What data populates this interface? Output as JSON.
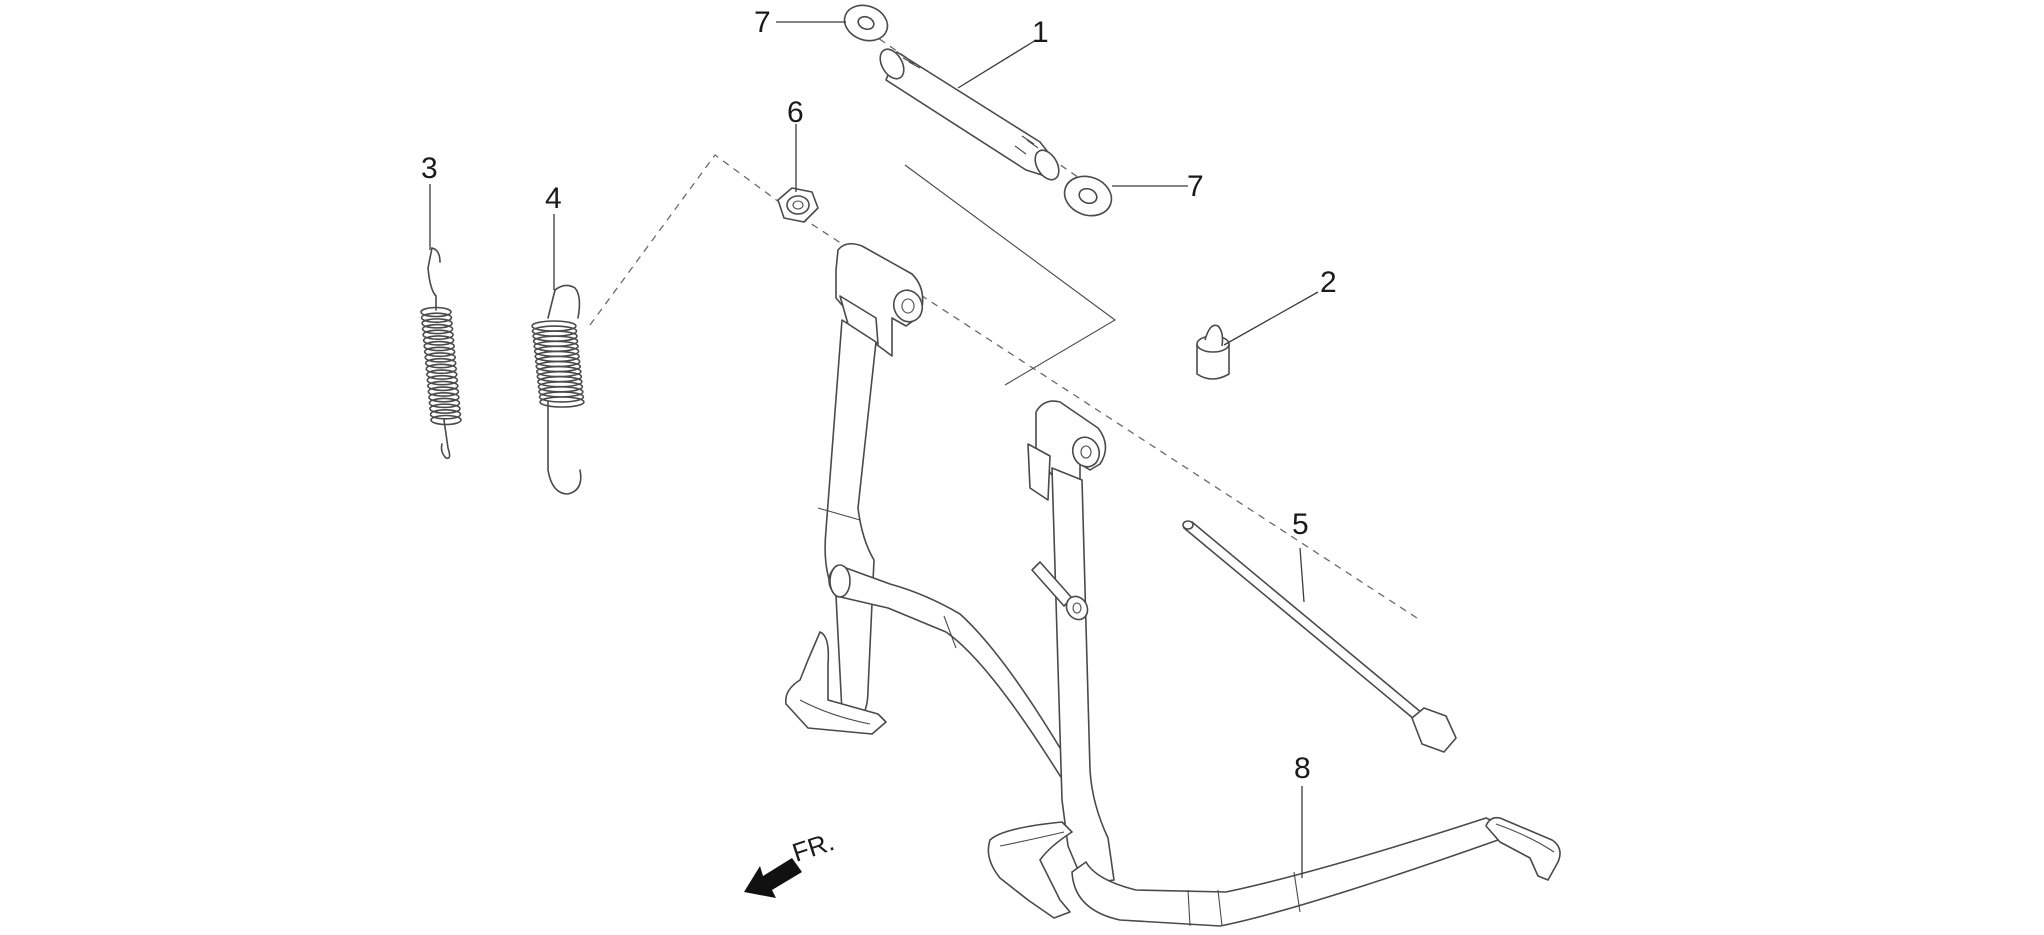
{
  "callouts": {
    "c1": "1",
    "c2": "2",
    "c3": "3",
    "c4": "4",
    "c5": "5",
    "c6": "6",
    "c7a": "7",
    "c7b": "7",
    "c8": "8"
  },
  "direction": {
    "label": "FR."
  },
  "colors": {
    "stroke": "#4a4a4a",
    "arrow": "#111111",
    "background": "#ffffff"
  }
}
